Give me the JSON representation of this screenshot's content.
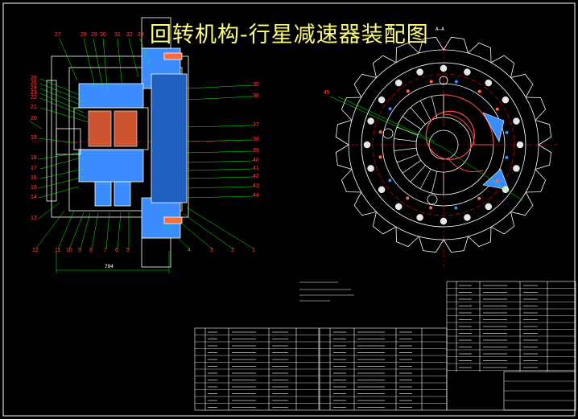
{
  "title": "回转机构-行星减速器装配图",
  "section_mark": "A—A",
  "dimension_left": "784",
  "callouts_top": [
    "27",
    "28",
    "29",
    "30",
    "31",
    "32",
    "33"
  ],
  "callouts_left": [
    "26",
    "25",
    "24",
    "23",
    "22",
    "21",
    "20",
    "19",
    "18",
    "17",
    "16",
    "15",
    "14",
    "13"
  ],
  "callouts_right": [
    "35",
    "36",
    "37",
    "38",
    "39",
    "40",
    "41",
    "42",
    "43",
    "44"
  ],
  "callouts_bottom": [
    "12",
    "11",
    "10",
    "9",
    "8",
    "7",
    "6",
    "5",
    "4",
    "3",
    "2",
    "1"
  ],
  "callout_section": "45",
  "colors": {
    "background": "#000000",
    "title": "#ffff7a",
    "outline": "#ffffff",
    "leader": "#00ff00",
    "center_line": "#ff0000",
    "hatch": "#3a8cff",
    "solid_part": "#ff6a3c",
    "bolt_fill": "#e8e8e8"
  }
}
